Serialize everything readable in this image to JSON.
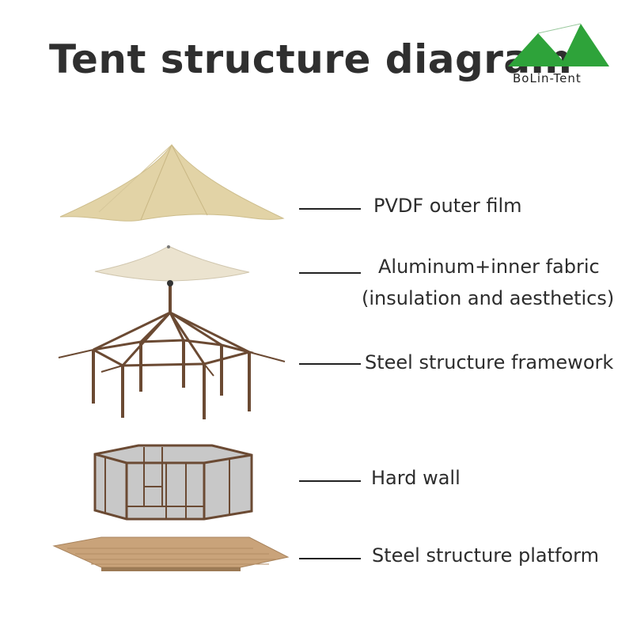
{
  "title": "Tent structure diagram",
  "logo": {
    "text": "BoLin-Tent",
    "color": "#2ea33a"
  },
  "layers": [
    {
      "name": "outer-film",
      "label": "PVDF outer film"
    },
    {
      "name": "inner-fabric",
      "label_line1": "Aluminum+inner fabric",
      "label_line2": "(insulation and aesthetics)"
    },
    {
      "name": "steel-frame",
      "label": "Steel structure framework"
    },
    {
      "name": "hard-wall",
      "label": "Hard wall"
    },
    {
      "name": "platform",
      "label": "Steel structure platform"
    }
  ],
  "colors": {
    "fabric": "#e2d3a6",
    "inner": "#ebe3cf",
    "steel": "#6b4a33",
    "glass": "#8c8c8c",
    "wood": "#c9a37a"
  }
}
